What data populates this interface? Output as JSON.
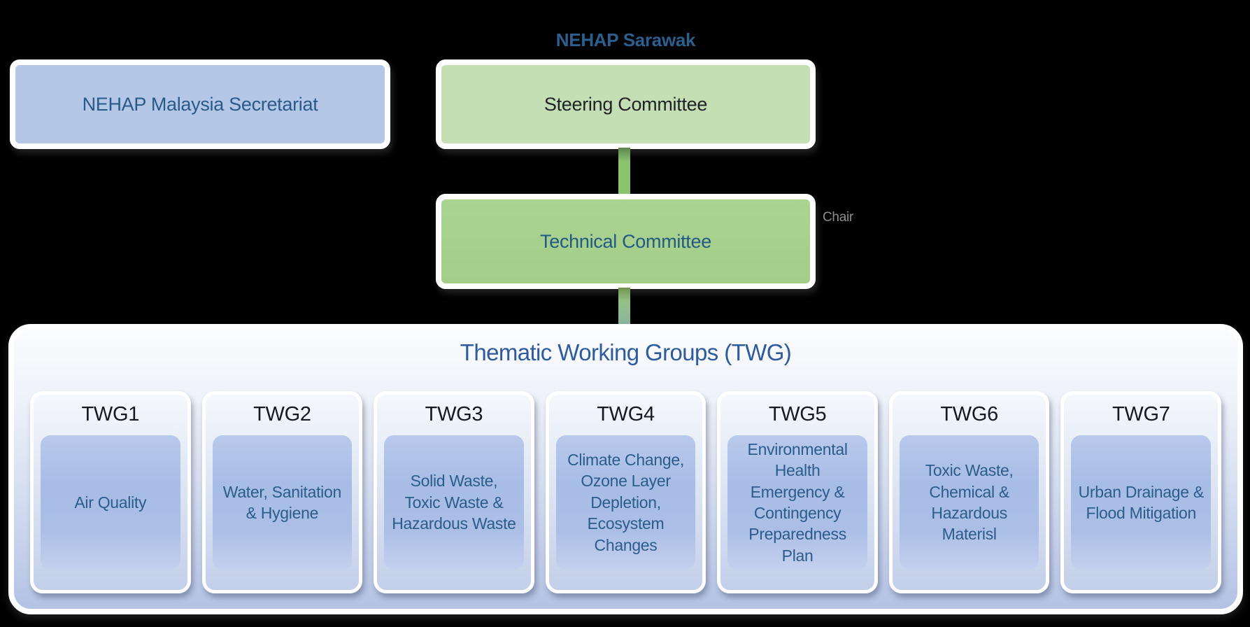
{
  "diagram": {
    "title": "NEHAP Sarawak",
    "secretariat": {
      "label": "NEHAP Malaysia Secretariat"
    },
    "steering": {
      "label": "Steering Committee"
    },
    "technical": {
      "label": "Technical Committee",
      "side_label": "Chair"
    },
    "twg": {
      "title": "Thematic Working Groups (TWG)",
      "groups": [
        {
          "code": "TWG1",
          "topic": "Air Quality"
        },
        {
          "code": "TWG2",
          "topic": "Water, Sanitation & Hygiene"
        },
        {
          "code": "TWG3",
          "topic": "Solid Waste, Toxic Waste & Hazardous Waste"
        },
        {
          "code": "TWG4",
          "topic": "Climate Change, Ozone Layer Depletion, Ecosystem Changes"
        },
        {
          "code": "TWG5",
          "topic": "Environmental Health Emergency & Contingency Preparedness Plan"
        },
        {
          "code": "TWG6",
          "topic": "Toxic Waste, Chemical & Hazardous Materisl"
        },
        {
          "code": "TWG7",
          "topic": "Urban Drainage & Flood Mitigation"
        }
      ]
    },
    "colors": {
      "background": "#000000",
      "secretariat_fill": "#b4c7e7",
      "steering_fill": "#c5dfb4",
      "technical_fill": "#a6d08c",
      "connector_green": "#8cc46e",
      "connector_teal": "#8cb4a3",
      "container_fill_bottom": "#b3c2e4",
      "card_fill_bottom": "#c3cfe9",
      "topic_fill": "#a8bde5",
      "blue_text": "#2a5a88",
      "twg_title_text": "#2e5b9e",
      "chair_text": "#8d8d8d"
    }
  }
}
